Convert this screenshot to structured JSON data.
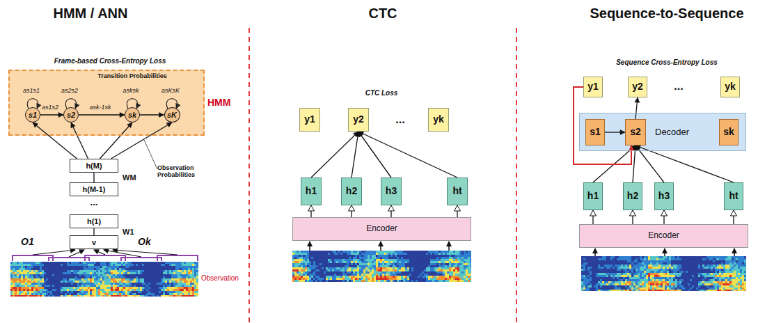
{
  "diagram": {
    "nodes": [
      {
        "text": [
          "HMM"
        ]
      },
      {
        "text": [
          "s1"
        ],
        "in": 0
      },
      {
        "text": [
          "s2"
        ],
        "in": 0
      },
      {
        "text": [
          "sk"
        ],
        "in": 0
      },
      {
        "text": [
          "sK"
        ],
        "in": 0
      },
      {
        "text": [
          "h(M)"
        ]
      },
      {
        "text": [
          "h(M-1)"
        ]
      },
      {
        "text": [
          "h(1)"
        ]
      },
      {
        "text": [
          "v"
        ]
      },
      {
        "text": [
          "y1"
        ]
      },
      {
        "text": [
          "y2"
        ]
      },
      {
        "text": [
          "yk"
        ]
      },
      {
        "text": [
          "h1"
        ]
      },
      {
        "text": [
          "h2"
        ]
      },
      {
        "text": [
          "h3"
        ]
      },
      {
        "text": [
          "ht"
        ]
      },
      {
        "text": [
          "Encoder"
        ]
      },
      {
        "text": [
          "y1"
        ]
      },
      {
        "text": [
          "y2"
        ]
      },
      {
        "text": [
          "yk"
        ]
      },
      {
        "text": [
          "Decoder"
        ]
      },
      {
        "text": [
          "s1"
        ],
        "in": 20
      },
      {
        "text": [
          "s2"
        ],
        "in": 20
      },
      {
        "text": [
          "sk"
        ],
        "in": 20
      },
      {
        "text": [
          "h1"
        ]
      },
      {
        "text": [
          "h2"
        ]
      },
      {
        "text": [
          "h3"
        ]
      },
      {
        "text": [
          "ht"
        ]
      },
      {
        "text": [
          "Encoder"
        ]
      }
    ],
    "edges": [
      {
        "from": 1,
        "to": 2,
        "arrow": "to"
      },
      {
        "from": 2,
        "to": 3,
        "arrow": "to"
      },
      {
        "from": 3,
        "to": 4,
        "arrow": "to"
      },
      {
        "from": 5,
        "to": 1,
        "arrow": "to"
      },
      {
        "from": 5,
        "to": 2,
        "arrow": "to"
      },
      {
        "from": 5,
        "to": 3,
        "arrow": "to"
      },
      {
        "from": 5,
        "to": 4,
        "arrow": "to"
      },
      {
        "from": 6,
        "to": 5,
        "arrow": "none"
      },
      {
        "from": 8,
        "to": 7,
        "arrow": "none"
      },
      {
        "from": 12,
        "to": 10,
        "arrow": "to"
      },
      {
        "from": 13,
        "to": 10,
        "arrow": "to"
      },
      {
        "from": 14,
        "to": 10,
        "arrow": "to"
      },
      {
        "from": 15,
        "to": 10,
        "arrow": "to"
      },
      {
        "from": 16,
        "to": 12,
        "arrow": "to"
      },
      {
        "from": 16,
        "to": 13,
        "arrow": "to"
      },
      {
        "from": 16,
        "to": 14,
        "arrow": "to"
      },
      {
        "from": 16,
        "to": 15,
        "arrow": "to"
      },
      {
        "from": 21,
        "to": 22,
        "arrow": "to"
      },
      {
        "from": 22,
        "to": 18,
        "arrow": "to"
      },
      {
        "from": 24,
        "to": 22,
        "arrow": "to"
      },
      {
        "from": 25,
        "to": 22,
        "arrow": "to"
      },
      {
        "from": 26,
        "to": 22,
        "arrow": "to"
      },
      {
        "from": 27,
        "to": 22,
        "arrow": "to"
      },
      {
        "from": 17,
        "to": 22,
        "arrow": "to"
      },
      {
        "from": 28,
        "to": 24,
        "arrow": "to"
      },
      {
        "from": 28,
        "to": 25,
        "arrow": "to"
      },
      {
        "from": 28,
        "to": 26,
        "arrow": "to"
      },
      {
        "from": 28,
        "to": 27,
        "arrow": "to"
      }
    ],
    "labels": [
      "HMM / ANN",
      "CTC",
      "Sequence-to-Sequence",
      "Frame-based Cross-Entropy Loss",
      "Transition Probabilities",
      "as1s1",
      "as1s2",
      "as2s2",
      "ask-1sk",
      "asksk",
      "asKsK",
      "Observation Probabilities",
      "WM",
      "...",
      "W1",
      "O1",
      "Ok",
      "Observation",
      "CTC Loss",
      "...",
      "Sequence Cross-Entropy Loss",
      "..."
    ]
  }
}
